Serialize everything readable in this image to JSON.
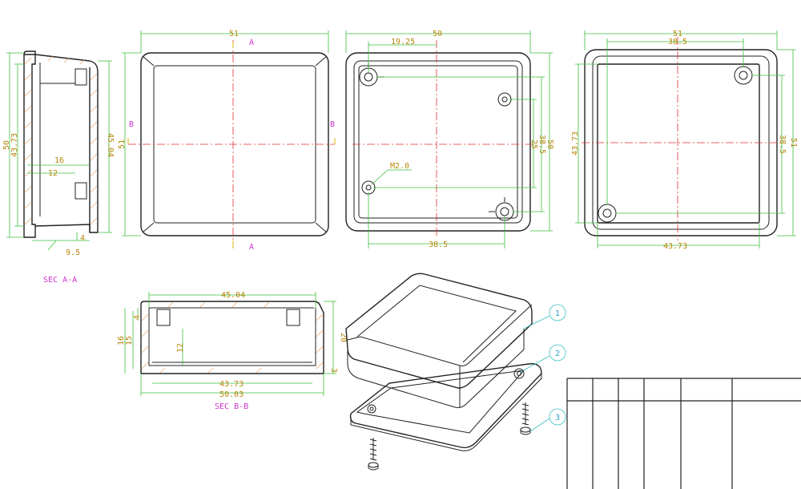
{
  "side_section": {
    "d_50": "50",
    "d_43_73": "43.73",
    "d_45_04": "45.04",
    "d_16": "16",
    "d_12": "12",
    "d_4": "4",
    "d_9_5": "9.5",
    "caption": "SEC A-A"
  },
  "top_view": {
    "d_51_w": "51",
    "d_51_h": "51",
    "mark_a_top": "A",
    "mark_a_bottom": "A",
    "mark_b_left": "B",
    "mark_b_right": "B"
  },
  "inside_view": {
    "d_50_w": "50",
    "d_19_25": "19.25",
    "d_38_5_bottom": "38.5",
    "d_25": "25",
    "d_38_5_right": "38.5",
    "d_50_h": "50",
    "screw": "M2.0"
  },
  "bottom_view": {
    "d_51_w": "51",
    "d_38_5_top": "38.5",
    "d_43_73_left": "43.73",
    "d_38_5_right": "38.5",
    "d_51_h": "51",
    "d_43_73_bottom": "43.73"
  },
  "section_bb": {
    "d_45_04": "45.04",
    "d_16": "16",
    "d_15": "15",
    "d_4": "4",
    "d_12": "12",
    "d_20": "20",
    "d_3": "3",
    "d_43_73": "43.73",
    "d_50_03": "50.03",
    "caption": "SEC B-B"
  },
  "balloons": {
    "b1": "1",
    "b2": "2",
    "b3": "3"
  },
  "colors": {
    "dimension_text": "#b8860b",
    "section_label": "#cc33cc",
    "dimension_line": "#3cbf3c",
    "center_line": "#e03030",
    "balloon": "#33a0cc"
  }
}
